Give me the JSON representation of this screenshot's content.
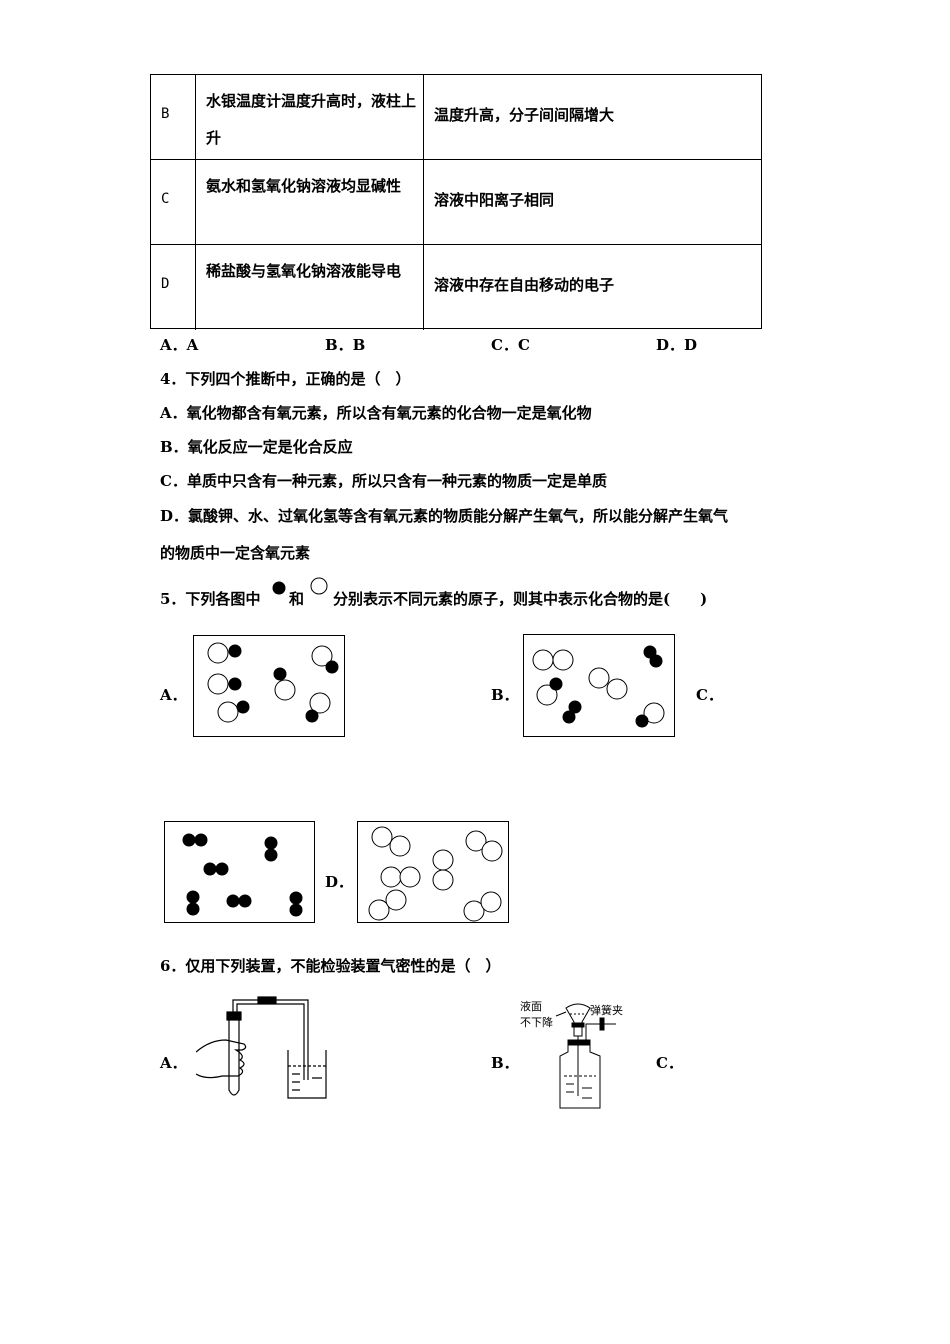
{
  "table": {
    "rows": [
      {
        "letter": "B",
        "fact": "水银温度计温度升高时，液柱上升",
        "explain": "温度升高，分子间间隔增大"
      },
      {
        "letter": "C",
        "fact": "氨水和氢氧化钠溶液均显碱性",
        "explain": "溶液中阳离子相同"
      },
      {
        "letter": "D",
        "fact": "稀盐酸与氢氧化钠溶液能导电",
        "explain": "溶液中存在自由移动的电子"
      }
    ]
  },
  "q3_options": {
    "a": "A．A",
    "b": "B．B",
    "c": "C．C",
    "d": "D．D"
  },
  "q4": {
    "stem": "4．下列四个推断中，正确的是（　）",
    "a": "A．氧化物都含有氧元素，所以含有氧元素的化合物一定是氧化物",
    "b": "B．氧化反应一定是化合反应",
    "c": "C．单质中只含有一种元素，所以只含有一种元素的物质一定是单质",
    "d_line1": "D．氯酸钾、水、过氧化氢等含有氧元素的物质能分解产生氧气，所以能分解产生氧气",
    "d_line2": "的物质中一定含氧元素"
  },
  "q5": {
    "stem_prefix": "5．下列各图中",
    "stem_and": "和",
    "stem_suffix": "分别表示不同元素的原子，则其中表示化合物的是(　　)",
    "label_a": "A．",
    "label_b": "B．",
    "label_c": "C．",
    "label_d": "D．"
  },
  "q6": {
    "stem": "6．仅用下列装置，不能检验装置气密性的是（　）",
    "label_a": "A．",
    "label_b": "B．",
    "label_c": "C．",
    "fig_b_text1": "液面",
    "fig_b_text2": "不下降",
    "fig_b_text3": "弹簧夹"
  }
}
